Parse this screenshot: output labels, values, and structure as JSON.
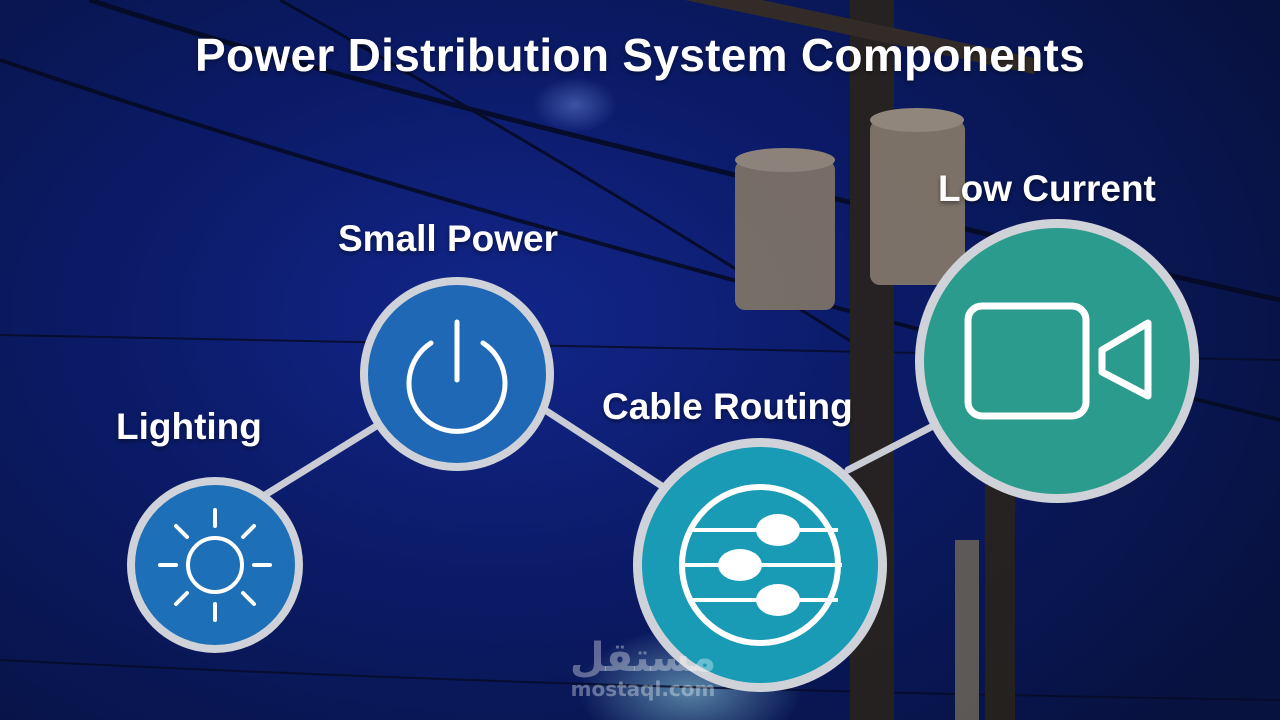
{
  "title": "Power Distribution System Components",
  "nodes": [
    {
      "label": "Lighting",
      "icon": "sun-icon",
      "color": "#1d6fb8"
    },
    {
      "label": "Small Power",
      "icon": "power-icon",
      "color": "#1e68b5"
    },
    {
      "label": "Cable Routing",
      "icon": "cable-routing-icon",
      "color": "#1a9bb5"
    },
    {
      "label": "Low Current",
      "icon": "video-camera-icon",
      "color": "#2a9b8c"
    }
  ],
  "watermark": {
    "logo": "مستقل",
    "url": "mostaql.com"
  }
}
